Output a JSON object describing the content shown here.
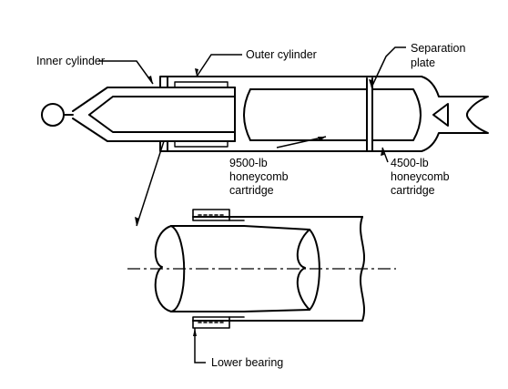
{
  "labels": {
    "inner_cylinder": "Inner cylinder",
    "outer_cylinder": "Outer cylinder",
    "separation_plate_1": "Separation",
    "separation_plate_2": "plate",
    "cartridge_9500_1": "9500-lb",
    "cartridge_9500_2": "honeycomb",
    "cartridge_9500_3": "cartridge",
    "cartridge_4500_1": "4500-lb",
    "cartridge_4500_2": "honeycomb",
    "cartridge_4500_3": "cartridge",
    "lower_bearing": "Lower bearing"
  },
  "colors": {
    "ink": "#000000",
    "background": "#ffffff"
  }
}
